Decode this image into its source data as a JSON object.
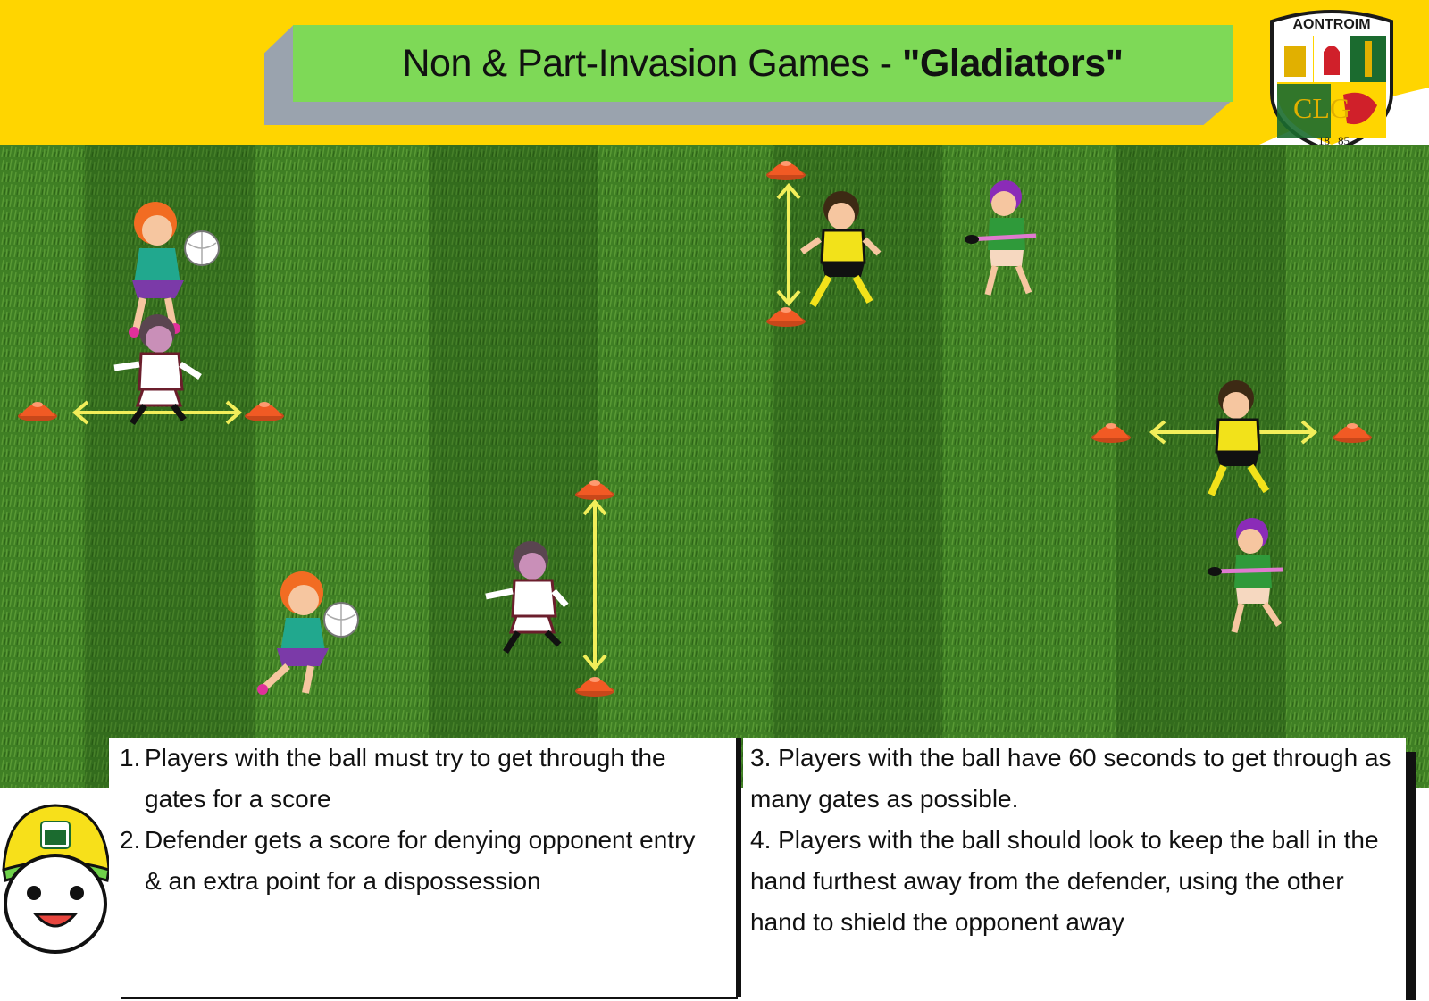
{
  "header": {
    "title_prefix": "Non & Part-Invasion Games - ",
    "title_game": "\"Gladiators\""
  },
  "crest": {
    "county": "AONTROIM",
    "letters": "CLG",
    "year_left": "18",
    "year_right": "85"
  },
  "colors": {
    "header_yellow": "#FFD500",
    "title_green": "#7ED957",
    "title_shadow": "#9aa3ae",
    "cone_orange": "#F15A24",
    "arrow_yellow": "#F2EE5A",
    "grass_dark": "#2f6b1c",
    "grass_light": "#4c8d2c"
  },
  "pitch": {
    "players": [
      {
        "role": "attacker",
        "kit": "orange-hair-with-ball"
      },
      {
        "role": "defender",
        "kit": "maroon-white"
      },
      {
        "role": "defender",
        "kit": "yellow-black"
      },
      {
        "role": "attacker",
        "kit": "green-hurler-purple-hair"
      },
      {
        "role": "defender",
        "kit": "yellow-black"
      },
      {
        "role": "attacker",
        "kit": "green-hurler-purple-hair"
      },
      {
        "role": "attacker",
        "kit": "orange-hair-with-ball"
      },
      {
        "role": "defender",
        "kit": "maroon-white"
      }
    ],
    "icons": [
      "cone-icon",
      "double-arrow-icon",
      "football-icon",
      "hurley-icon"
    ]
  },
  "instructions": {
    "left": [
      {
        "num": "1.",
        "text": "Players with the ball must try to get through the gates for a score"
      },
      {
        "num": "2.",
        "text": "Defender gets a score for denying opponent entry & an extra point for a dispossession"
      }
    ],
    "right": [
      "3. Players with the ball have 60 seconds to get through as many gates as possible.",
      "4. Players with the ball should look to keep the ball in the hand furthest away from the defender, using the other hand to shield the opponent away"
    ]
  }
}
